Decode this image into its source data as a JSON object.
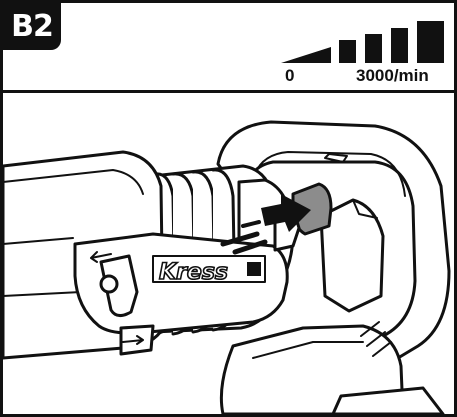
{
  "figure": {
    "label": "B2",
    "speed": {
      "min": "0",
      "max": "3000/min",
      "levels": 5
    },
    "brand": "Kress",
    "colors": {
      "ink": "#111111",
      "paper": "#ffffff",
      "button": "#8c8c8c"
    },
    "icons": [
      "speed-ramp-icon",
      "push-arrow-icon"
    ]
  }
}
